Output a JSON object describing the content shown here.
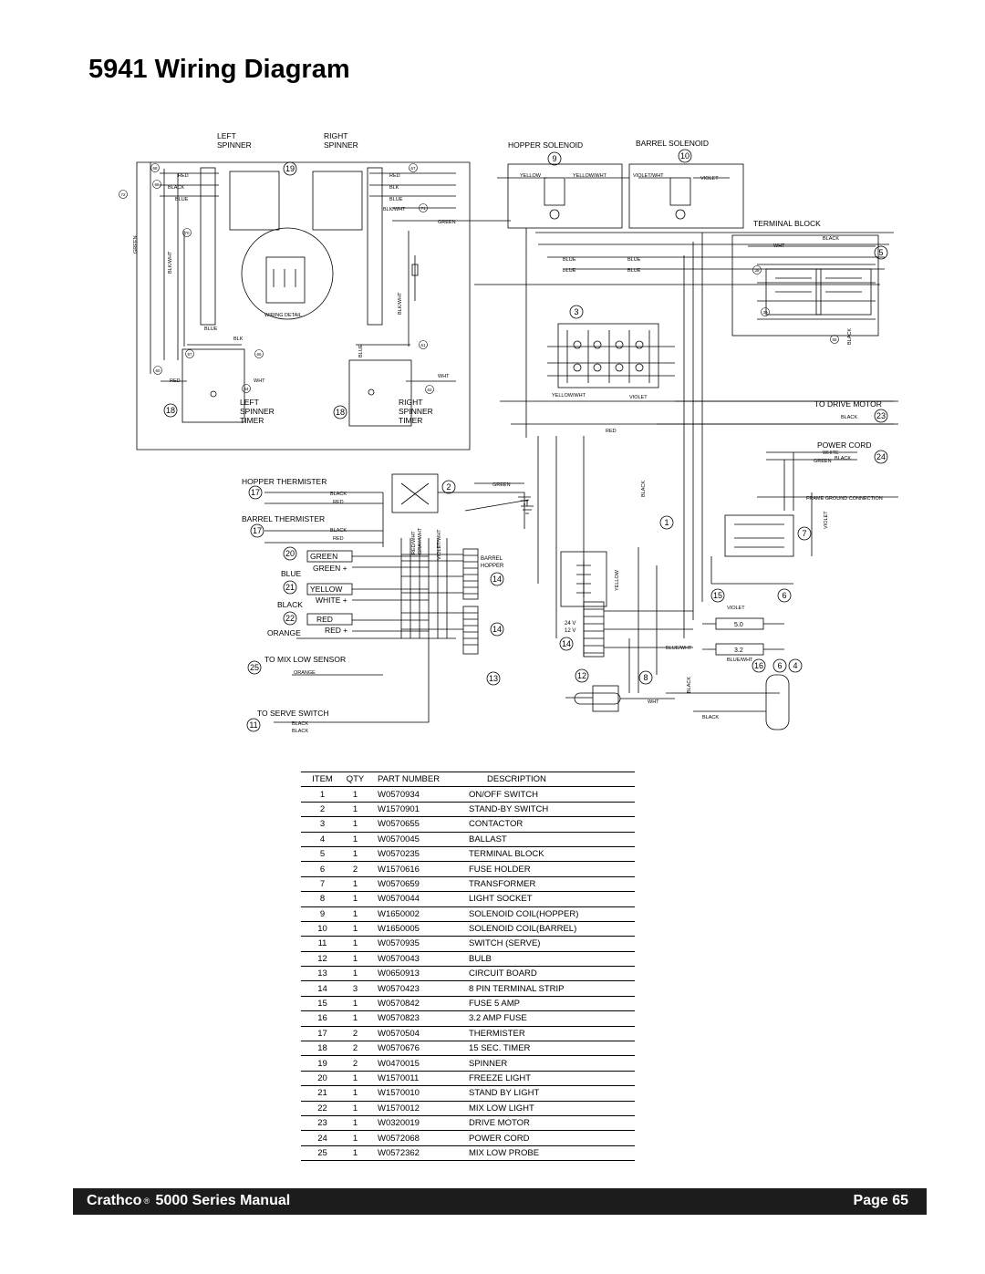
{
  "title": "5941 Wiring Diagram",
  "diagram": {
    "labels": {
      "left_spinner": [
        "LEFT",
        "SPINNER"
      ],
      "right_spinner": [
        "RIGHT",
        "SPINNER"
      ],
      "hopper_solenoid": "HOPPER SOLENOID",
      "barrel_solenoid": "BARREL SOLENOID",
      "terminal_block": "TERMINAL BLOCK",
      "wiring_detail": "WIRING DETAIL",
      "left_spinner_timer": [
        "LEFT",
        "SPINNER",
        "TIMER"
      ],
      "right_spinner_timer": [
        "RIGHT",
        "SPINNER",
        "TIMER"
      ],
      "to_drive_motor": "TO DRIVE MOTOR",
      "power_cord": "POWER CORD",
      "frame_ground": "FRAME GROUND CONNECTION",
      "hopper_thermister": "HOPPER THERMISTER",
      "barrel_thermister": "BARREL THERMISTER",
      "to_mix_low_sensor": "TO MIX LOW SENSOR",
      "to_serve_switch": "TO SERVE SWITCH",
      "barrel_hopper": [
        "BARREL",
        "HOPPER"
      ],
      "volt_24": "24 V",
      "volt_12": "12 V",
      "fuse_5": "5.0",
      "fuse_32": "3.2",
      "light_green": "GREEN",
      "light_yellow": "YELLOW",
      "light_red": "RED",
      "light_blue": "BLUE",
      "light_black": "BLACK",
      "light_orange": "ORANGE",
      "light_green_plus": "GREEN +",
      "light_white_plus": "WHITE +",
      "light_red_plus": "RED +"
    },
    "wire_labels": {
      "red": "RED",
      "black": "BLACK",
      "blue": "BLUE",
      "blk": "BLK",
      "blk_wht": "BLK/WHT",
      "green": "GREEN",
      "wht": "WHT",
      "white": "WHITE",
      "yellow": "YELLOW",
      "yellow_wht": "YELLOW/WHT",
      "violet": "VIOLET",
      "violet_wht": "VIOLET/WHT",
      "blue_wht": "BLUE/WHT",
      "orange": "ORANGE",
      "red_wht": "RED/WHT",
      "gray_wht": "GRAY/WHT"
    },
    "callouts": [
      "1",
      "2",
      "3",
      "4",
      "5",
      "6",
      "7",
      "8",
      "9",
      "10",
      "11",
      "12",
      "13",
      "14",
      "15",
      "16",
      "17",
      "18",
      "19",
      "20",
      "21",
      "22",
      "23",
      "24",
      "25"
    ],
    "wire_numbers": [
      "38",
      "39",
      "55",
      "60",
      "61",
      "62",
      "64",
      "65",
      "66",
      "67",
      "68",
      "69",
      "70",
      "71",
      "72"
    ]
  },
  "parts_table": {
    "headers": [
      "ITEM",
      "QTY",
      "PART NUMBER",
      "DESCRIPTION"
    ],
    "rows": [
      [
        "1",
        "1",
        "W0570934",
        "ON/OFF SWITCH"
      ],
      [
        "2",
        "1",
        "W1570901",
        "STAND-BY SWITCH"
      ],
      [
        "3",
        "1",
        "W0570655",
        "CONTACTOR"
      ],
      [
        "4",
        "1",
        "W0570045",
        "BALLAST"
      ],
      [
        "5",
        "1",
        "W0570235",
        "TERMINAL BLOCK"
      ],
      [
        "6",
        "2",
        "W1570616",
        "FUSE HOLDER"
      ],
      [
        "7",
        "1",
        "W0570659",
        "TRANSFORMER"
      ],
      [
        "8",
        "1",
        "W0570044",
        "LIGHT SOCKET"
      ],
      [
        "9",
        "1",
        "W1650002",
        "SOLENOID COIL(HOPPER)"
      ],
      [
        "10",
        "1",
        "W1650005",
        "SOLENOID COIL(BARREL)"
      ],
      [
        "11",
        "1",
        "W0570935",
        "SWITCH (SERVE)"
      ],
      [
        "12",
        "1",
        "W0570043",
        "BULB"
      ],
      [
        "13",
        "1",
        "W0650913",
        "CIRCUIT BOARD"
      ],
      [
        "14",
        "3",
        "W0570423",
        "8 PIN TERMINAL STRIP"
      ],
      [
        "15",
        "1",
        "W0570842",
        "FUSE 5 AMP"
      ],
      [
        "16",
        "1",
        "W0570823",
        "3.2 AMP FUSE"
      ],
      [
        "17",
        "2",
        "W0570504",
        "THERMISTER"
      ],
      [
        "18",
        "2",
        "W0570676",
        "15 SEC. TIMER"
      ],
      [
        "19",
        "2",
        "W0470015",
        "SPINNER"
      ],
      [
        "20",
        "1",
        "W1570011",
        "FREEZE LIGHT"
      ],
      [
        "21",
        "1",
        "W1570010",
        " STAND BY LIGHT"
      ],
      [
        "22",
        "1",
        "W1570012",
        "MIX LOW LIGHT"
      ],
      [
        "23",
        "1",
        "W0320019",
        "DRIVE MOTOR"
      ],
      [
        "24",
        "1",
        "W0572068",
        "POWER CORD"
      ],
      [
        "25",
        "1",
        "W0572362",
        "MIX LOW PROBE"
      ]
    ]
  },
  "footer": {
    "brand": "Crathco",
    "reg": "®",
    "series": "5000 Series Manual",
    "page": "Page 65"
  }
}
